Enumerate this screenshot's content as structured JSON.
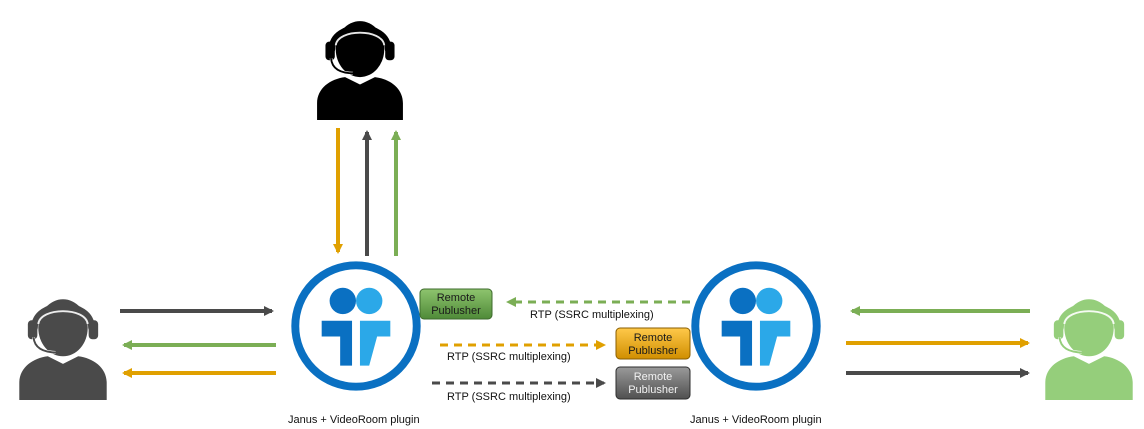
{
  "colors": {
    "orange": "#E0A000",
    "dark": "#4A4A4A",
    "green": "#7BAE55",
    "blue": "#0A70C2",
    "cyan": "#2BA8E8",
    "badge_green": "#5E9A45",
    "badge_orange": "#D99A00",
    "badge_gray": "#6E6E6E"
  },
  "participants": [
    {
      "id": "top",
      "color": "orange",
      "icon": "headset-user-icon"
    },
    {
      "id": "left",
      "color": "dark",
      "icon": "headset-user-icon"
    },
    {
      "id": "right",
      "color": "green",
      "icon": "headset-user-icon"
    }
  ],
  "servers": [
    {
      "id": "server-left",
      "label": "Janus + VideoRoom plugin",
      "icon": "janus-logo-icon"
    },
    {
      "id": "server-right",
      "label": "Janus + VideoRoom plugin",
      "icon": "janus-logo-icon"
    }
  ],
  "links": [
    {
      "label": "RTP (SSRC multiplexing)",
      "color": "green",
      "style": "dashed"
    },
    {
      "label": "RTP (SSRC multiplexing)",
      "color": "orange",
      "style": "dashed"
    },
    {
      "label": "RTP (SSRC multiplexing)",
      "color": "dark",
      "style": "dashed"
    }
  ],
  "badges": [
    {
      "line1": "Remote",
      "line2": "Publusher",
      "color": "badge_green"
    },
    {
      "line1": "Remote",
      "line2": "Publusher",
      "color": "badge_orange"
    },
    {
      "line1": "Remote",
      "line2": "Publusher",
      "color": "badge_gray"
    }
  ]
}
